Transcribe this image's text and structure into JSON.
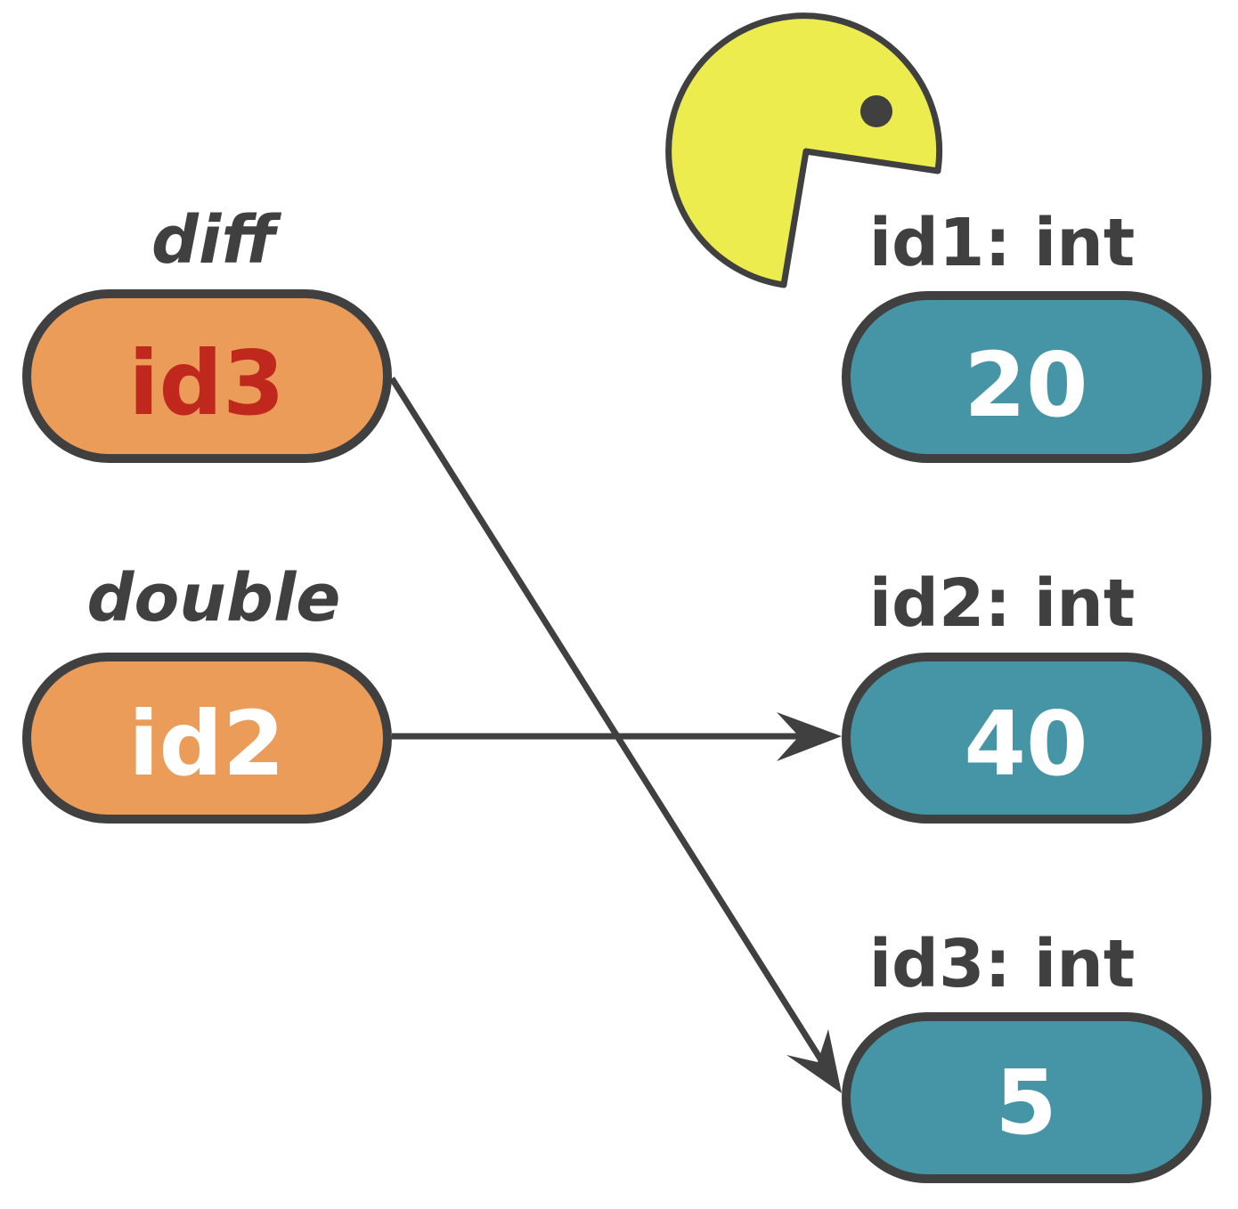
{
  "colors": {
    "variable_fill": "#EC9C59",
    "object_fill": "#4595A7",
    "outline": "#404040",
    "highlight_text": "#C0281E",
    "light_text": "#FFFFFF",
    "pacman_fill": "#EDEC4F"
  },
  "variables": [
    {
      "name": "diff",
      "value": "id3",
      "value_color": "#C0281E"
    },
    {
      "name": "double",
      "value": "id2",
      "value_color": "#FFFFFF"
    }
  ],
  "objects": [
    {
      "label": "id1: int",
      "value": "20"
    },
    {
      "label": "id2: int",
      "value": "40"
    },
    {
      "label": "id3: int",
      "value": "5"
    }
  ],
  "references": [
    {
      "from": "diff",
      "to": "id3: int"
    },
    {
      "from": "double",
      "to": "id2: int"
    }
  ],
  "icons": [
    "pacman-icon"
  ]
}
